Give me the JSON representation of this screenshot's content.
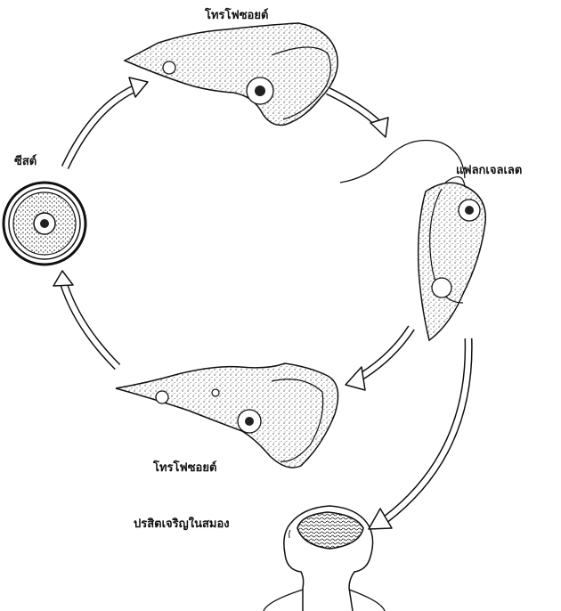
{
  "labels": {
    "trophozoite_top": "โทรโฟซอยต์",
    "flagellate": "แฟลกเจลเลต",
    "cyst": "ซีสต์",
    "trophozoite_bottom": "โทรโฟซอยต์",
    "brain": "ปรสิตเจริญในสมอง"
  },
  "colors": {
    "ink": "#111111",
    "stipple": "#555555",
    "arrow_fill": "#ffffff"
  }
}
